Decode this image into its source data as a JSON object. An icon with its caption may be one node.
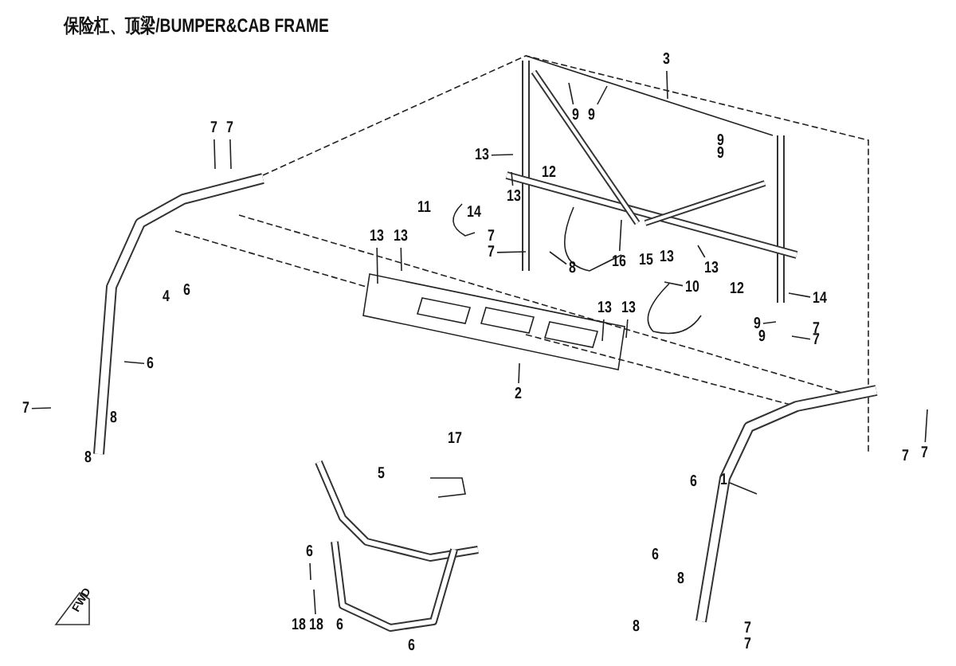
{
  "diagram": {
    "title": "保险杠、顶梁/BUMPER&CAB FRAME",
    "nodes": [
      {
        "text": [
          "7"
        ]
      },
      {
        "text": [
          "7"
        ]
      },
      {
        "text": [
          "3"
        ]
      },
      {
        "text": [
          "9"
        ]
      },
      {
        "text": [
          "9"
        ]
      },
      {
        "text": [
          "13"
        ]
      },
      {
        "text": [
          "13"
        ]
      },
      {
        "text": [
          "7"
        ]
      },
      {
        "text": [
          "8"
        ]
      },
      {
        "text": [
          "16"
        ]
      },
      {
        "text": [
          "13"
        ]
      },
      {
        "text": [
          "10"
        ]
      },
      {
        "text": [
          "14"
        ]
      },
      {
        "text": [
          "13"
        ]
      },
      {
        "text": [
          "13"
        ]
      },
      {
        "text": [
          "13"
        ]
      },
      {
        "text": [
          "13"
        ]
      },
      {
        "text": [
          "9"
        ]
      },
      {
        "text": [
          "7"
        ]
      },
      {
        "text": [
          "2"
        ]
      },
      {
        "text": [
          "6"
        ]
      },
      {
        "text": [
          "7"
        ]
      },
      {
        "text": [
          "7"
        ]
      },
      {
        "text": [
          "1"
        ]
      },
      {
        "text": [
          "6"
        ]
      },
      {
        "text": [
          "18"
        ]
      }
    ],
    "edges": [
      {
        "from": 0,
        "to": null,
        "arrow": "none"
      },
      {
        "from": 1,
        "to": null,
        "arrow": "none"
      },
      {
        "from": 2,
        "to": null,
        "arrow": "none"
      },
      {
        "from": 3,
        "to": null,
        "arrow": "none"
      },
      {
        "from": 4,
        "to": null,
        "arrow": "none"
      },
      {
        "from": 5,
        "to": null,
        "arrow": "none"
      },
      {
        "from": 6,
        "to": null,
        "arrow": "none"
      },
      {
        "from": 7,
        "to": null,
        "arrow": "none"
      },
      {
        "from": 8,
        "to": null,
        "arrow": "none"
      },
      {
        "from": 9,
        "to": null,
        "arrow": "none"
      },
      {
        "from": 10,
        "to": null,
        "arrow": "none"
      },
      {
        "from": 11,
        "to": null,
        "arrow": "none"
      },
      {
        "from": 12,
        "to": null,
        "arrow": "none"
      },
      {
        "from": 13,
        "to": null,
        "arrow": "none"
      },
      {
        "from": 14,
        "to": null,
        "arrow": "none"
      },
      {
        "from": 15,
        "to": null,
        "arrow": "none"
      },
      {
        "from": 16,
        "to": null,
        "arrow": "none"
      },
      {
        "from": 17,
        "to": null,
        "arrow": "none"
      },
      {
        "from": 18,
        "to": null,
        "arrow": "none"
      },
      {
        "from": 19,
        "to": null,
        "arrow": "none"
      },
      {
        "from": 20,
        "to": null,
        "arrow": "none"
      },
      {
        "from": 21,
        "to": null,
        "arrow": "none"
      },
      {
        "from": 22,
        "to": null,
        "arrow": "none"
      },
      {
        "from": 23,
        "to": null,
        "arrow": "none"
      },
      {
        "from": 24,
        "to": null,
        "arrow": "none"
      },
      {
        "from": 25,
        "to": null,
        "arrow": "none"
      }
    ],
    "labels": [
      "9",
      "9",
      "12",
      "11",
      "14",
      "7",
      "15",
      "13",
      "4",
      "6",
      "12",
      "9",
      "7",
      "8",
      "17",
      "8",
      "7",
      "5",
      "6",
      "6",
      "8",
      "FWD",
      "18",
      "6",
      "8",
      "7",
      "6",
      "7"
    ]
  }
}
